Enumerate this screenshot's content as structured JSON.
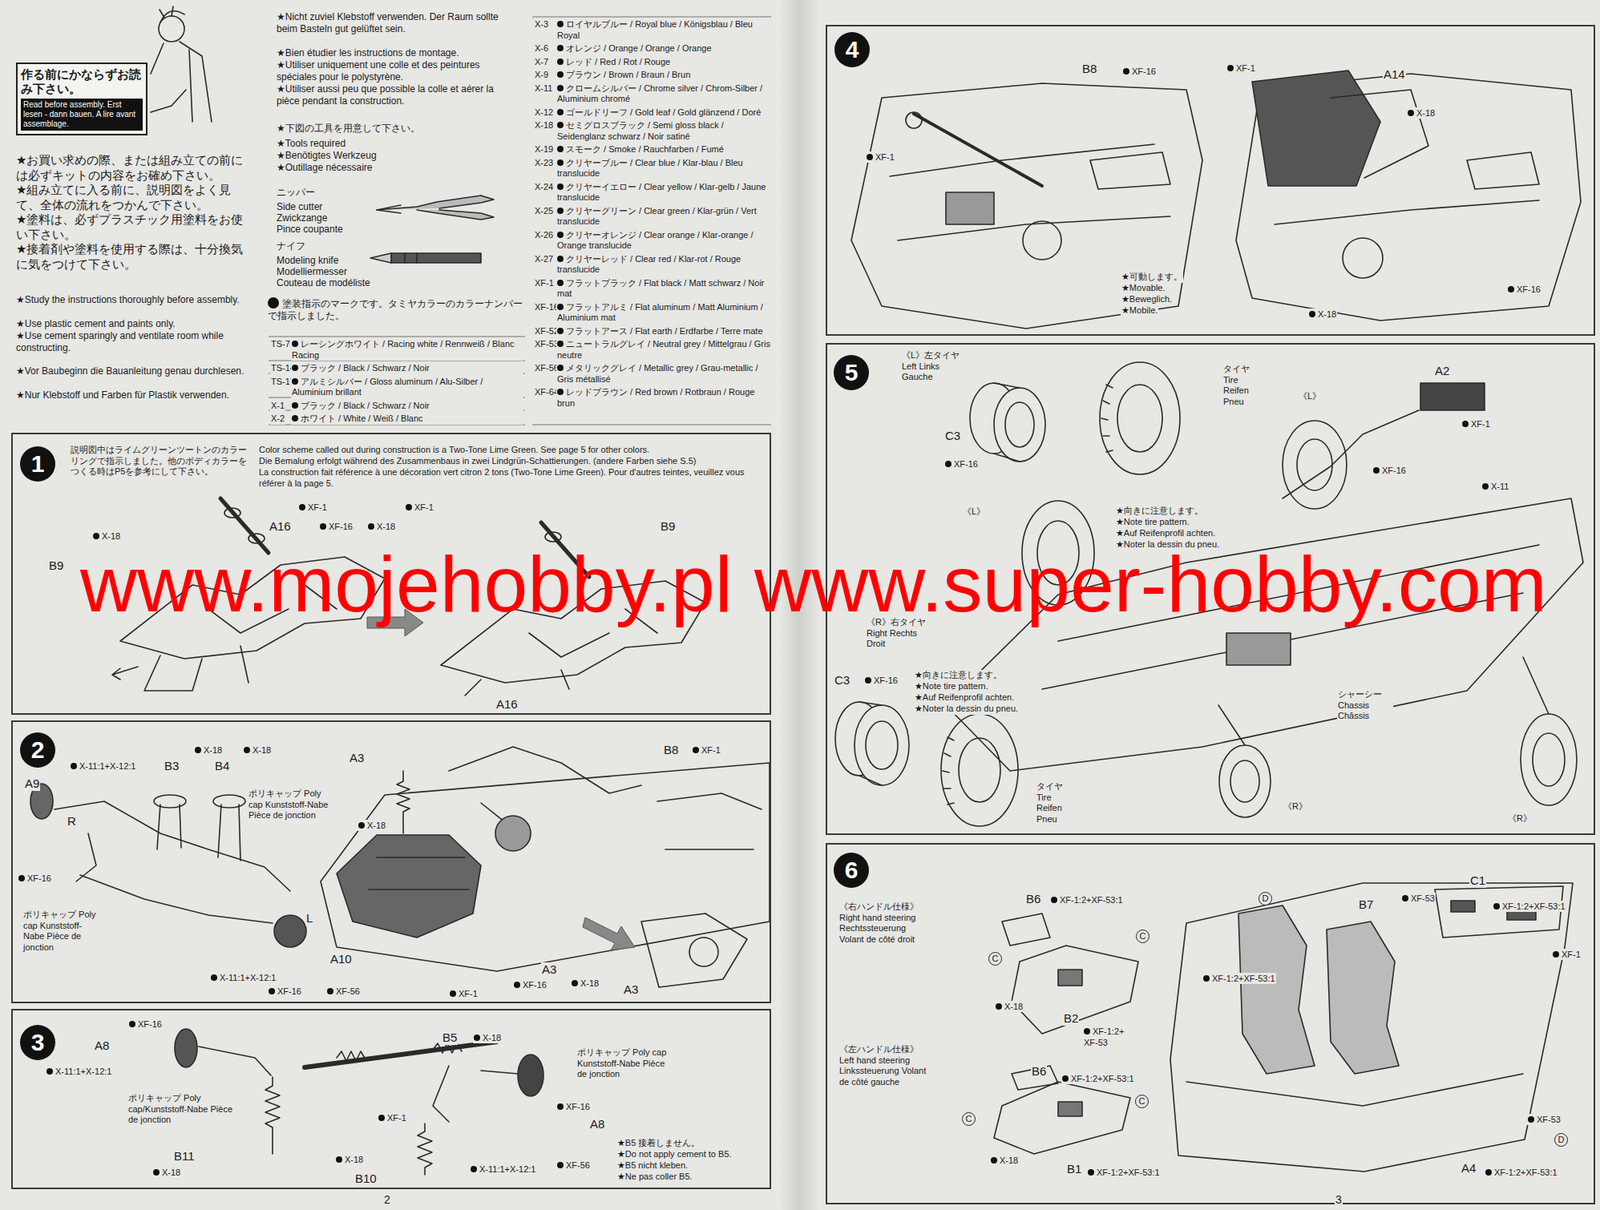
{
  "diagram": {
    "nodes": [
      {
        "text": [
          "作る前にかならずお読み下さい。",
          "Read before assembly. Erst lesen - dann bauen. A lire avant assemblage."
        ]
      },
      {
        "text": [
          "1"
        ]
      },
      {
        "text": [
          "2"
        ]
      },
      {
        "text": [
          "3"
        ]
      },
      {
        "text": [
          "4"
        ]
      },
      {
        "text": [
          "5"
        ]
      },
      {
        "text": [
          "6"
        ]
      }
    ],
    "labels": [
      "★お買い求めの際、または組み立ての前には必ずキットの内容をお確め下さい。",
      "★組み立てに入る前に、説明図をよく見て、全体の流れをつかんで下さい。",
      "★塗料は、必ずプラスチック用塗料をお使い下さい。",
      "★接着剤や塗料を使用する際は、十分換気に気をつけて下さい。",
      "★Study the instructions thoroughly before assembly.",
      "★Use plastic cement and paints only.",
      "★Use cement sparingly and ventilate room while constructing.",
      "★Vor Baubeginn die Bauanleitung genau durchlesen.",
      "★Nur Klebstoff und Farben für Plastik verwenden.",
      "★Nicht zuviel Klebstoff verwenden. Der Raum sollte beim Basteln gut gelüftet sein.",
      "★Bien étudier les instructions de montage.",
      "★Utiliser uniquement une colle et des peintures spéciales pour le polystyrène.",
      "★Utiliser aussi peu que possible la colle et aérer la pièce pendant la construction.",
      "★下図の工具を用意して下さい。",
      "★Tools required",
      "★Benötigtes Werkzeug",
      "★Outillage nécessaire",
      "ニッパー",
      "Side cutter",
      "Zwickzange",
      "Pince coupante",
      "ナイフ",
      "Modeling knife",
      "Modelliermesser",
      "Couteau de modéliste",
      "塗装指示のマークです。タミヤカラーのカラーナンバーで指示しました。",
      "TS-7",
      "レーシングホワイト / Racing white / Rennweiß / Blanc Racing",
      "TS-14",
      "ブラック / Black / Schwarz / Noir",
      "TS-17",
      "アルミシルバー / Gloss aluminum / Alu-Silber / Aluminium brillant",
      "X-1",
      "ブラック / Black / Schwarz / Noir",
      "X-2",
      "ホワイト / White / Weiß / Blanc",
      "X-3",
      "ロイヤルブルー / Royal blue / Königsblau / Bleu Royal",
      "X-6",
      "オレンジ / Orange / Orange / Orange",
      "X-7",
      "レッド / Red / Rot / Rouge",
      "X-9",
      "ブラウン / Brown / Braun / Brun",
      "X-11",
      "クロームシルバー / Chrome silver / Chrom-Silber / Aluminium chromé",
      "X-12",
      "ゴールドリーフ / Gold leaf / Gold glänzend / Doré",
      "X-18",
      "セミグロスブラック / Semi gloss black / Seidenglanz schwarz / Noir satiné",
      "X-19",
      "スモーク / Smoke / Rauchfarben / Fumé",
      "X-23",
      "クリヤーブルー / Clear blue / Klar-blau / Bleu translucide",
      "X-24",
      "クリヤーイエロー / Clear yellow / Klar-gelb / Jaune translucide",
      "X-25",
      "クリヤーグリーン / Clear green / Klar-grün / Vert translucide",
      "X-26",
      "クリヤーオレンジ / Clear orange / Klar-orange / Orange translucide",
      "X-27",
      "クリヤーレッド / Clear red / Klar-rot / Rouge translucide",
      "XF-1",
      "フラットブラック / Flat black / Matt schwarz / Noir mat",
      "XF-16",
      "フラットアルミ / Flat aluminum / Matt Aluminium / Aluminium mat",
      "XF-52",
      "フラットアース / Flat earth / Erdfarbe / Terre mate",
      "XF-53",
      "ニュートラルグレイ / Neutral grey / Mittelgrau / Gris neutre",
      "XF-56",
      "メタリックグレイ / Metallic grey / Grau-metallic / Gris métallisé",
      "XF-64",
      "レッドブラウン / Red brown / Rotbraun / Rouge brun",
      "説明図中はライムグリーンツートンのカラーリングで指示しました。他のボディカラーをつくる時はP5を参考にして下さい。",
      "Color scheme called out during construction is a Two-Tone Lime Green. See page 5 for other colors.",
      "Die Bemalung erfolgt während des Zusammenbaus in zwei Lindgrün-Schattierungen. (andere Farben siehe S.5)",
      "La construction fait référence à une décoration vert citron 2 tons (Two-Tone Lime Green). Pour d'autres teintes, veuillez vous référer à la page 5.",
      "X-18",
      "B9",
      "XF-1",
      "XF-16",
      "A16",
      "X-18",
      "XF-1",
      "B9",
      "A16",
      "X-18",
      "X-18",
      "X-11:1+X-12:1",
      "B3",
      "B4",
      "A9",
      "R",
      "XF-16",
      "ポリキャップ Poly cap Kunststoff-Nabe Pièce de jonction",
      "ポリキャップ Poly cap Kunststoff-Nabe Pièce de jonction",
      "L",
      "A10",
      "X-11:1+X-12:1",
      "XF-16",
      "XF-56",
      "A3",
      "X-18",
      "B8",
      "XF-1",
      "XF-1",
      "XF-16",
      "A3",
      "X-18",
      "A3",
      "XF-16",
      "A8",
      "X-11:1+X-12:1",
      "ポリキャップ Poly cap/Kunststoff-Nabe Pièce de jonction",
      "B11",
      "X-18",
      "B5",
      "X-18",
      "XF-1",
      "ポリキャップ Poly cap Kunststoff-Nabe Pièce de jonction",
      "XF-16",
      "A8",
      "X-18",
      "B10",
      "X-11:1+X-12:1",
      "XF-56",
      "★B5 接着しません。",
      "★Do not apply cement to B5.",
      "★B5 nicht kleben.",
      "★Ne pas coller B5.",
      "2",
      "3",
      "B8",
      "XF-16",
      "XF-1",
      "A14",
      "XF-1",
      "X-18",
      "★可動します。",
      "★Movable.",
      "★Beweglich.",
      "★Mobile.",
      "X-18",
      "XF-16",
      "《L》左タイヤ Left Links Gauche",
      "C3",
      "XF-16",
      "タイヤ Tire Reifen Pneu",
      "《L》",
      "A2",
      "XF-1",
      "XF-16",
      "X-11",
      "《L》",
      "★向きに注意します。",
      "★Note tire pattern.",
      "★Auf Reifenprofil achten.",
      "★Noter la dessin du pneu.",
      "《R》右タイヤ Right Rechts Droit",
      "C3",
      "XF-16",
      "★向きに注意します。",
      "★Note tire pattern.",
      "★Auf Reifenprofil achten.",
      "★Noter la dessin du pneu.",
      "タイヤ Tire Reifen Pneu",
      "シャーシー Chassis Châssis",
      "《R》",
      "《R》",
      "《右ハンドル仕様》 Right hand steering Rechtssteuerung Volant de côté droit",
      "B6",
      "XF-1:2+XF-53:1",
      "C",
      "C",
      "X-18",
      "B2",
      "XF-1:2+ XF-53",
      "《左ハンドル仕様》 Left hand steering Linkssteuerung Volant de côté gauche",
      "B6",
      "XF-1:2+XF-53:1",
      "C",
      "C",
      "X-18",
      "B1",
      "XF-1:2+XF-53:1",
      "D",
      "B7",
      "XF-53",
      "C1",
      "XF-1:2+XF-53:1",
      "XF-1",
      "XF-1:2+XF-53:1",
      "XF-53",
      "D",
      "A4",
      "XF-1:2+XF-53:1",
      "www.mojehobby.pl www.super-hobby.com"
    ]
  }
}
